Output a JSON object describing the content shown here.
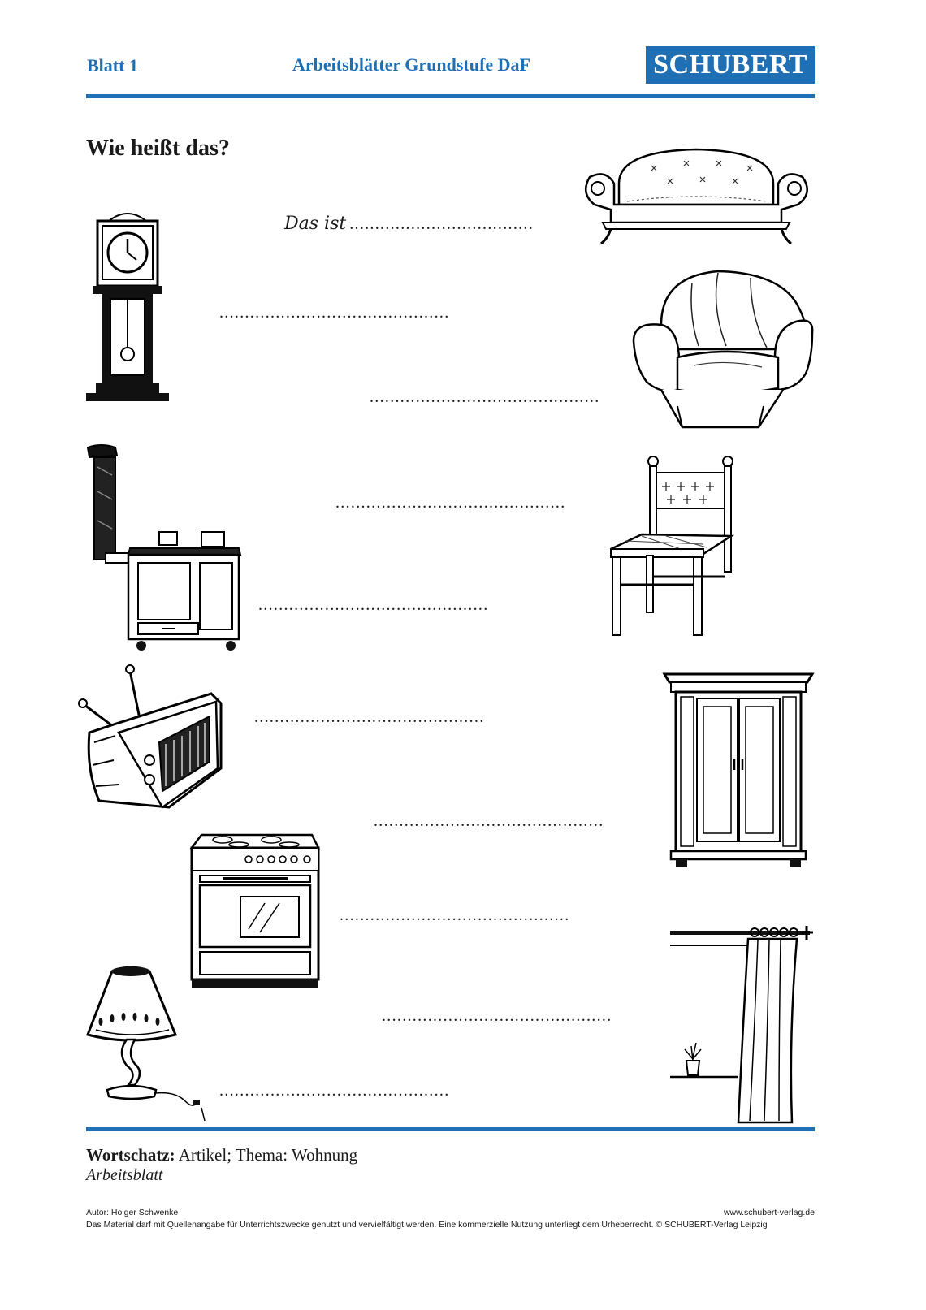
{
  "header": {
    "sheet": "Blatt 1",
    "series": "Arbeitsblätter Grundstufe DaF",
    "logo": "SCHUBERT",
    "color": "#1f6fb4"
  },
  "exercise": {
    "title": "Wie heißt das?",
    "example_prefix": "Das ist",
    "answer_lines": [
      "....................................",
      ".............................................",
      ".............................................",
      ".............................................",
      ".............................................",
      ".............................................",
      ".............................................",
      ".............................................",
      ".............................................",
      "............................................."
    ],
    "pictures": [
      "grandfather-clock",
      "sofa",
      "armchair",
      "tiled-stove",
      "chair",
      "television",
      "wardrobe",
      "electric-stove",
      "curtain",
      "table-lamp"
    ]
  },
  "footer": {
    "topic_label": "Wortschatz:",
    "topic_value": "Artikel; Thema: Wohnung",
    "type": "Arbeitsblatt",
    "author": "Autor: Holger Schwenke",
    "website": "www.schubert-verlag.de",
    "license": "Das Material darf mit Quellenangabe für Unterrichtszwecke genutzt und vervielfältigt werden. Eine kommerzielle Nutzung unterliegt dem Urheberrecht. © SCHUBERT-Verlag Leipzig"
  }
}
